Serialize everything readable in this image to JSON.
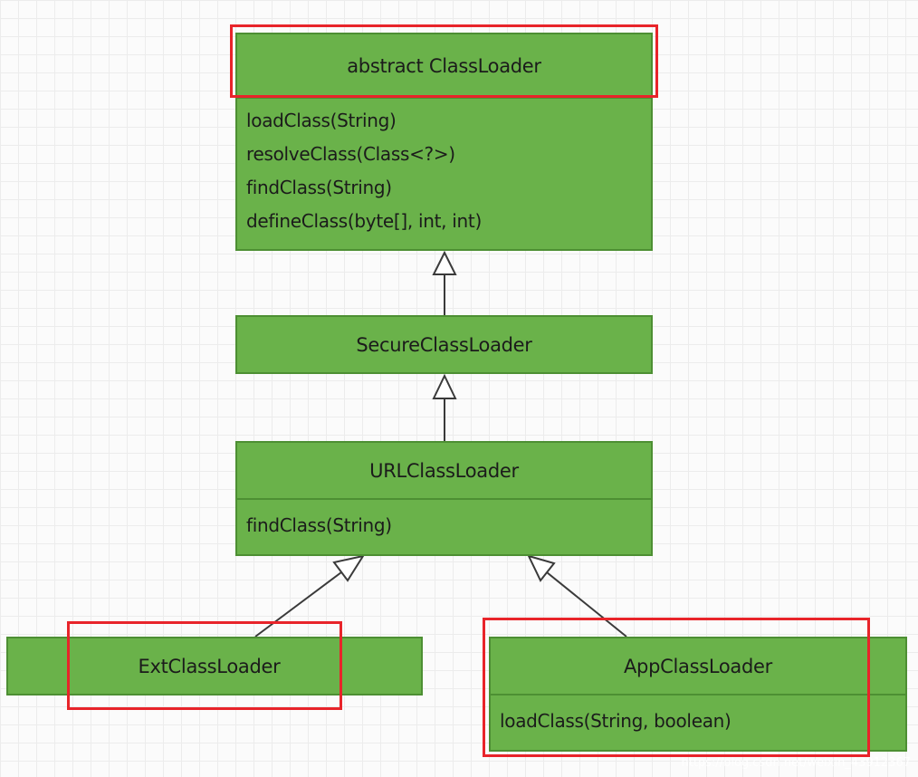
{
  "classes": {
    "classloader": {
      "name": "abstract ClassLoader",
      "methods": [
        "loadClass(String)",
        "resolveClass(Class<?>)",
        "findClass(String)",
        "defineClass(byte[], int, int)"
      ]
    },
    "secure": {
      "name": "SecureClassLoader"
    },
    "url": {
      "name": "URLClassLoader",
      "methods": [
        "findClass(String)"
      ]
    },
    "ext": {
      "name": "ExtClassLoader"
    },
    "app": {
      "name": "AppClassLoader",
      "methods": [
        "loadClass(String, boolean)"
      ]
    }
  },
  "relations": [
    {
      "from": "SecureClassLoader",
      "to": "abstract ClassLoader",
      "type": "inheritance"
    },
    {
      "from": "URLClassLoader",
      "to": "SecureClassLoader",
      "type": "inheritance"
    },
    {
      "from": "ExtClassLoader",
      "to": "URLClassLoader",
      "type": "inheritance"
    },
    {
      "from": "AppClassLoader",
      "to": "URLClassLoader",
      "type": "inheritance"
    }
  ],
  "watermark": "https://blog.csdn.net/weixin_43912367",
  "colors": {
    "box_fill": "#6ab24a",
    "box_border": "#4d8f33",
    "highlight": "#e8242a"
  }
}
